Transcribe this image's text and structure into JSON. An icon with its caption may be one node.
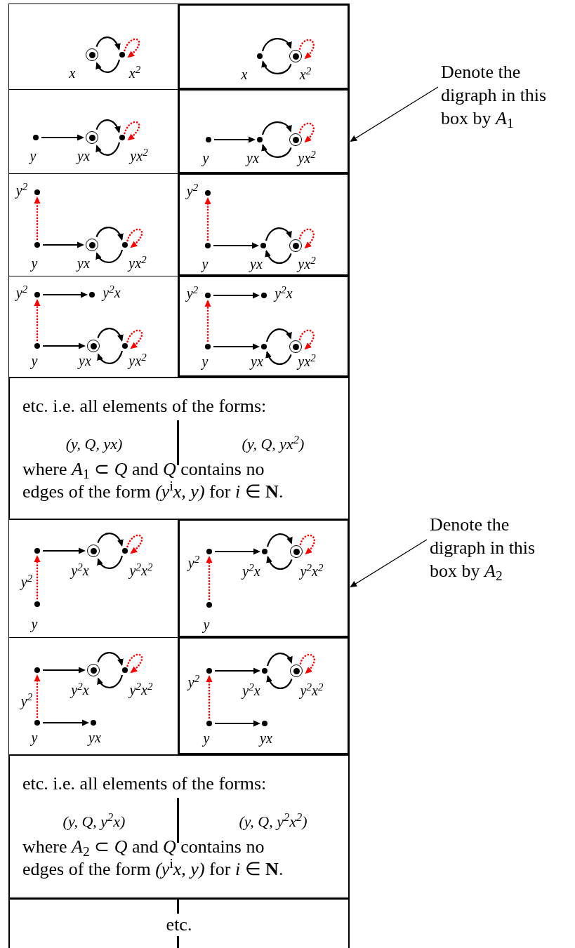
{
  "diagram": {
    "nodes": [
      {
        "text": [],
        "shape": "box"
      },
      {
        "text": [],
        "shape": "circled-dot",
        "in": 0,
        "beside": [
          "x"
        ]
      },
      {
        "text": [],
        "shape": "dot",
        "in": 0,
        "beside": [
          "x$^{2}$"
        ]
      },
      {
        "text": [],
        "shape": "box"
      },
      {
        "text": [],
        "shape": "dot",
        "in": 3,
        "beside": [
          "x"
        ]
      },
      {
        "text": [],
        "shape": "circled-dot",
        "in": 3,
        "beside": [
          "x$^{2}$"
        ]
      },
      {
        "text": [],
        "shape": "box"
      },
      {
        "text": [],
        "shape": "dot",
        "in": 6,
        "beside": [
          "y"
        ]
      },
      {
        "text": [],
        "shape": "circled-dot",
        "in": 6,
        "beside": [
          "yx"
        ]
      },
      {
        "text": [],
        "shape": "dot",
        "in": 6,
        "beside": [
          "yx$^{2}$"
        ]
      },
      {
        "text": [],
        "shape": "box"
      },
      {
        "text": [],
        "shape": "dot",
        "in": 10,
        "beside": [
          "y"
        ]
      },
      {
        "text": [],
        "shape": "dot",
        "in": 10,
        "beside": [
          "yx"
        ]
      },
      {
        "text": [],
        "shape": "circled-dot",
        "in": 10,
        "beside": [
          "yx$^{2}$"
        ]
      },
      {
        "text": [],
        "shape": "box"
      },
      {
        "text": [],
        "shape": "dot",
        "in": 14,
        "beside": [
          "y$^{2}$"
        ]
      },
      {
        "text": [],
        "shape": "dot",
        "in": 14,
        "beside": [
          "y"
        ]
      },
      {
        "text": [],
        "shape": "circled-dot",
        "in": 14,
        "beside": [
          "yx"
        ]
      },
      {
        "text": [],
        "shape": "dot",
        "in": 14,
        "beside": [
          "yx$^{2}$"
        ]
      },
      {
        "text": [],
        "shape": "box"
      },
      {
        "text": [],
        "shape": "dot",
        "in": 19,
        "beside": [
          "y$^{2}$"
        ]
      },
      {
        "text": [],
        "shape": "dot",
        "in": 19,
        "beside": [
          "y"
        ]
      },
      {
        "text": [],
        "shape": "dot",
        "in": 19,
        "beside": [
          "yx"
        ]
      },
      {
        "text": [],
        "shape": "circled-dot",
        "in": 19,
        "beside": [
          "yx$^{2}$"
        ]
      },
      {
        "text": [],
        "shape": "box"
      },
      {
        "text": [],
        "shape": "dot",
        "in": 24,
        "beside": [
          "y$^{2}$"
        ]
      },
      {
        "text": [],
        "shape": "dot",
        "in": 24,
        "beside": [
          "y$^{2}$x"
        ]
      },
      {
        "text": [],
        "shape": "dot",
        "in": 24,
        "beside": [
          "y"
        ]
      },
      {
        "text": [],
        "shape": "circled-dot",
        "in": 24,
        "beside": [
          "yx"
        ]
      },
      {
        "text": [],
        "shape": "dot",
        "in": 24,
        "beside": [
          "yx$^{2}$"
        ]
      },
      {
        "text": [],
        "shape": "box"
      },
      {
        "text": [],
        "shape": "dot",
        "in": 30,
        "beside": [
          "y$^{2}$"
        ]
      },
      {
        "text": [],
        "shape": "dot",
        "in": 30,
        "beside": [
          "y$^{2}$x"
        ]
      },
      {
        "text": [],
        "shape": "dot",
        "in": 30,
        "beside": [
          "y"
        ]
      },
      {
        "text": [],
        "shape": "dot",
        "in": 30,
        "beside": [
          "yx"
        ]
      },
      {
        "text": [],
        "shape": "circled-dot",
        "in": 30,
        "beside": [
          "yx$^{2}$"
        ]
      },
      {
        "text": [
          "etc. i.e. all elements of the forms:",
          "(y, Q, yx)",
          "(y, Q, yx$^{2}$)",
          "where *A*$_{1}$ ⊂ *Q* and *Q* contains no edges of the form *(y*$^{i}$*x, y)* for *i* ∈ **N**."
        ]
      },
      {
        "text": [],
        "shape": "box"
      },
      {
        "text": [],
        "shape": "dot",
        "in": 37
      },
      {
        "text": [],
        "shape": "circled-dot",
        "in": 37,
        "beside": [
          "y$^{2}$x"
        ]
      },
      {
        "text": [],
        "shape": "dot",
        "in": 37,
        "beside": [
          "y$^{2}$x$^{2}$"
        ]
      },
      {
        "text": [],
        "shape": "dot",
        "in": 37,
        "beside": [
          "y"
        ]
      },
      {
        "text": [],
        "shape": "box"
      },
      {
        "text": [],
        "shape": "dot",
        "in": 42,
        "beside": [
          "y$^{2}$"
        ]
      },
      {
        "text": [],
        "shape": "dot",
        "in": 42,
        "beside": [
          "y$^{2}$x"
        ]
      },
      {
        "text": [],
        "shape": "circled-dot",
        "in": 42,
        "beside": [
          "y$^{2}$x$^{2}$"
        ]
      },
      {
        "text": [],
        "shape": "dot",
        "in": 42,
        "beside": [
          "y"
        ]
      },
      {
        "text": [],
        "shape": "box"
      },
      {
        "text": [],
        "shape": "dot",
        "in": 47
      },
      {
        "text": [],
        "shape": "circled-dot",
        "in": 47,
        "beside": [
          "y$^{2}$x"
        ]
      },
      {
        "text": [],
        "shape": "dot",
        "in": 47,
        "beside": [
          "y$^{2}$x$^{2}$"
        ]
      },
      {
        "text": [],
        "shape": "dot",
        "in": 47,
        "beside": [
          "y"
        ]
      },
      {
        "text": [],
        "shape": "dot",
        "in": 47,
        "beside": [
          "yx"
        ]
      },
      {
        "text": [],
        "shape": "box"
      },
      {
        "text": [],
        "shape": "dot",
        "in": 53,
        "beside": [
          "y$^{2}$"
        ]
      },
      {
        "text": [],
        "shape": "dot",
        "in": 53,
        "beside": [
          "y$^{2}$x"
        ]
      },
      {
        "text": [],
        "shape": "circled-dot",
        "in": 53,
        "beside": [
          "y$^{2}$x$^{2}$"
        ]
      },
      {
        "text": [],
        "shape": "dot",
        "in": 53,
        "beside": [
          "y"
        ]
      },
      {
        "text": [],
        "shape": "dot",
        "in": 53,
        "beside": [
          "yx"
        ]
      },
      {
        "text": [
          "etc. i.e. all elements of the forms:",
          "(y, Q, y$^{2}$x)",
          "(y, Q, y$^{2}$x$^{2}$)",
          "where *A*$_{2}$ ⊂ *Q* and *Q* contains no edges of the form *(y*$^{i}$*x, y)* for *i* ∈ **N**."
        ]
      },
      {
        "text": [
          "etc."
        ]
      },
      {
        "text": [
          "Denote the digraph in this box by *A*$_{1}$"
        ]
      },
      {
        "text": [
          "Denote the digraph in this box by *A*$_{2}$"
        ]
      }
    ],
    "edges": [
      {
        "from": 1,
        "to": 2,
        "arrow": "to"
      },
      {
        "from": 2,
        "to": 1,
        "arrow": "to"
      },
      {
        "from": 2,
        "to": 2,
        "arrow": "to",
        "style": "dashed",
        "color": "#ff0000"
      },
      {
        "from": 4,
        "to": 5,
        "arrow": "to"
      },
      {
        "from": 5,
        "to": 4,
        "arrow": "to"
      },
      {
        "from": 5,
        "to": 5,
        "arrow": "to",
        "style": "dashed",
        "color": "#ff0000"
      },
      {
        "from": 7,
        "to": 8,
        "arrow": "to"
      },
      {
        "from": 8,
        "to": 9,
        "arrow": "to"
      },
      {
        "from": 9,
        "to": 8,
        "arrow": "to"
      },
      {
        "from": 9,
        "to": 9,
        "arrow": "to",
        "style": "dashed",
        "color": "#ff0000"
      },
      {
        "from": 11,
        "to": 12,
        "arrow": "to"
      },
      {
        "from": 12,
        "to": 13,
        "arrow": "to"
      },
      {
        "from": 13,
        "to": 12,
        "arrow": "to"
      },
      {
        "from": 13,
        "to": 13,
        "arrow": "to",
        "style": "dashed",
        "color": "#ff0000"
      },
      {
        "from": 16,
        "to": 15,
        "arrow": "to",
        "style": "dashed",
        "color": "#ff0000"
      },
      {
        "from": 16,
        "to": 17,
        "arrow": "to"
      },
      {
        "from": 17,
        "to": 18,
        "arrow": "to"
      },
      {
        "from": 18,
        "to": 17,
        "arrow": "to"
      },
      {
        "from": 18,
        "to": 18,
        "arrow": "to",
        "style": "dashed",
        "color": "#ff0000"
      },
      {
        "from": 21,
        "to": 20,
        "arrow": "to",
        "style": "dashed",
        "color": "#ff0000"
      },
      {
        "from": 21,
        "to": 22,
        "arrow": "to"
      },
      {
        "from": 22,
        "to": 23,
        "arrow": "to"
      },
      {
        "from": 23,
        "to": 22,
        "arrow": "to"
      },
      {
        "from": 23,
        "to": 23,
        "arrow": "to",
        "style": "dashed",
        "color": "#ff0000"
      },
      {
        "from": 25,
        "to": 26,
        "arrow": "to"
      },
      {
        "from": 27,
        "to": 25,
        "arrow": "to",
        "style": "dashed",
        "color": "#ff0000"
      },
      {
        "from": 27,
        "to": 28,
        "arrow": "to"
      },
      {
        "from": 28,
        "to": 29,
        "arrow": "to"
      },
      {
        "from": 29,
        "to": 28,
        "arrow": "to"
      },
      {
        "from": 29,
        "to": 29,
        "arrow": "to",
        "style": "dashed",
        "color": "#ff0000"
      },
      {
        "from": 31,
        "to": 32,
        "arrow": "to"
      },
      {
        "from": 33,
        "to": 31,
        "arrow": "to",
        "style": "dashed",
        "color": "#ff0000"
      },
      {
        "from": 33,
        "to": 34,
        "arrow": "to"
      },
      {
        "from": 34,
        "to": 35,
        "arrow": "to"
      },
      {
        "from": 35,
        "to": 34,
        "arrow": "to"
      },
      {
        "from": 35,
        "to": 35,
        "arrow": "to",
        "style": "dashed",
        "color": "#ff0000"
      },
      {
        "from": 38,
        "to": 39,
        "arrow": "to"
      },
      {
        "from": 39,
        "to": 40,
        "arrow": "to"
      },
      {
        "from": 40,
        "to": 39,
        "arrow": "to"
      },
      {
        "from": 40,
        "to": 40,
        "arrow": "to",
        "style": "dashed",
        "color": "#ff0000"
      },
      {
        "from": 41,
        "to": 38,
        "arrow": "to",
        "style": "dashed",
        "color": "#ff0000",
        "label": "y$^{2}$"
      },
      {
        "from": 43,
        "to": 44,
        "arrow": "to"
      },
      {
        "from": 44,
        "to": 45,
        "arrow": "to"
      },
      {
        "from": 45,
        "to": 44,
        "arrow": "to"
      },
      {
        "from": 45,
        "to": 45,
        "arrow": "to",
        "style": "dashed",
        "color": "#ff0000"
      },
      {
        "from": 46,
        "to": 43,
        "arrow": "to",
        "style": "dashed",
        "color": "#ff0000"
      },
      {
        "from": 48,
        "to": 49,
        "arrow": "to"
      },
      {
        "from": 49,
        "to": 50,
        "arrow": "to"
      },
      {
        "from": 50,
        "to": 49,
        "arrow": "to"
      },
      {
        "from": 50,
        "to": 50,
        "arrow": "to",
        "style": "dashed",
        "color": "#ff0000"
      },
      {
        "from": 51,
        "to": 48,
        "arrow": "to",
        "style": "dashed",
        "color": "#ff0000",
        "label": "y$^{2}$"
      },
      {
        "from": 51,
        "to": 52,
        "arrow": "to"
      },
      {
        "from": 54,
        "to": 55,
        "arrow": "to"
      },
      {
        "from": 55,
        "to": 56,
        "arrow": "to"
      },
      {
        "from": 56,
        "to": 55,
        "arrow": "to"
      },
      {
        "from": 56,
        "to": 56,
        "arrow": "to",
        "style": "dashed",
        "color": "#ff0000"
      },
      {
        "from": 57,
        "to": 54,
        "arrow": "to",
        "style": "dashed",
        "color": "#ff0000"
      },
      {
        "from": 57,
        "to": 58,
        "arrow": "to"
      },
      {
        "from": 61,
        "to": 10,
        "arrow": "to"
      },
      {
        "from": 62,
        "to": 42,
        "arrow": "to"
      }
    ]
  }
}
